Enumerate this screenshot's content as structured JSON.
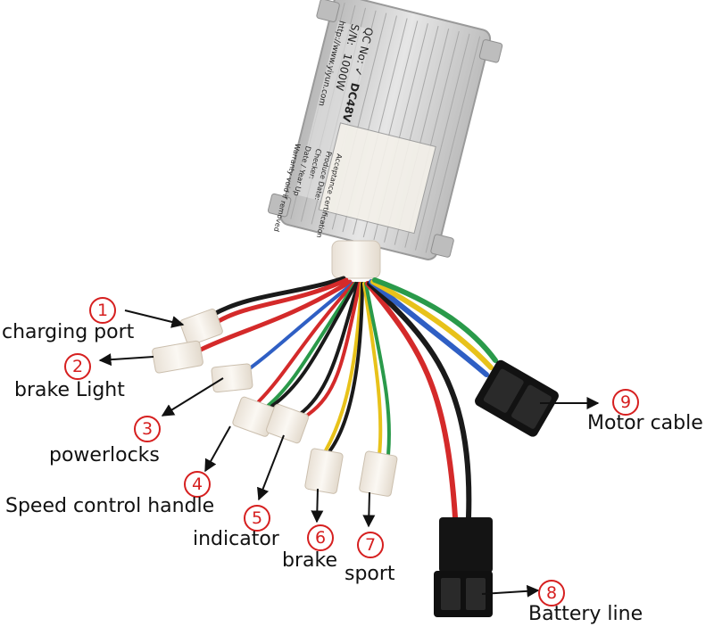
{
  "controller": {
    "qc_label": "QC No:",
    "qc_value": "✓",
    "voltage": "DC48V",
    "sn_label": "S/N:",
    "sn_value": "1000W",
    "url": "http://www.yiyun.com",
    "sticker_lines": [
      "Acceptance certification",
      "Produce Date:",
      "Checker:",
      "Date / Year Up",
      "Warranty void if removed"
    ]
  },
  "connectors": [
    {
      "number": "1",
      "label": "charging port"
    },
    {
      "number": "2",
      "label": "brake Light"
    },
    {
      "number": "3",
      "label": "powerlocks"
    },
    {
      "number": "4",
      "label": "Speed control handle"
    },
    {
      "number": "5",
      "label": "indicator"
    },
    {
      "number": "6",
      "label": "brake"
    },
    {
      "number": "7",
      "label": "sport"
    },
    {
      "number": "8",
      "label": "Battery line"
    },
    {
      "number": "9",
      "label": "Motor cable"
    }
  ],
  "colors": {
    "callout": "#d61f1f",
    "wire_red": "#d42a2a",
    "wire_black": "#1a1a1a",
    "wire_blue": "#2f5fc4",
    "wire_yellow": "#e8c21a",
    "wire_green": "#2a9a4a",
    "housing": "#c9c9c9",
    "connector_white": "#f2ece4"
  }
}
